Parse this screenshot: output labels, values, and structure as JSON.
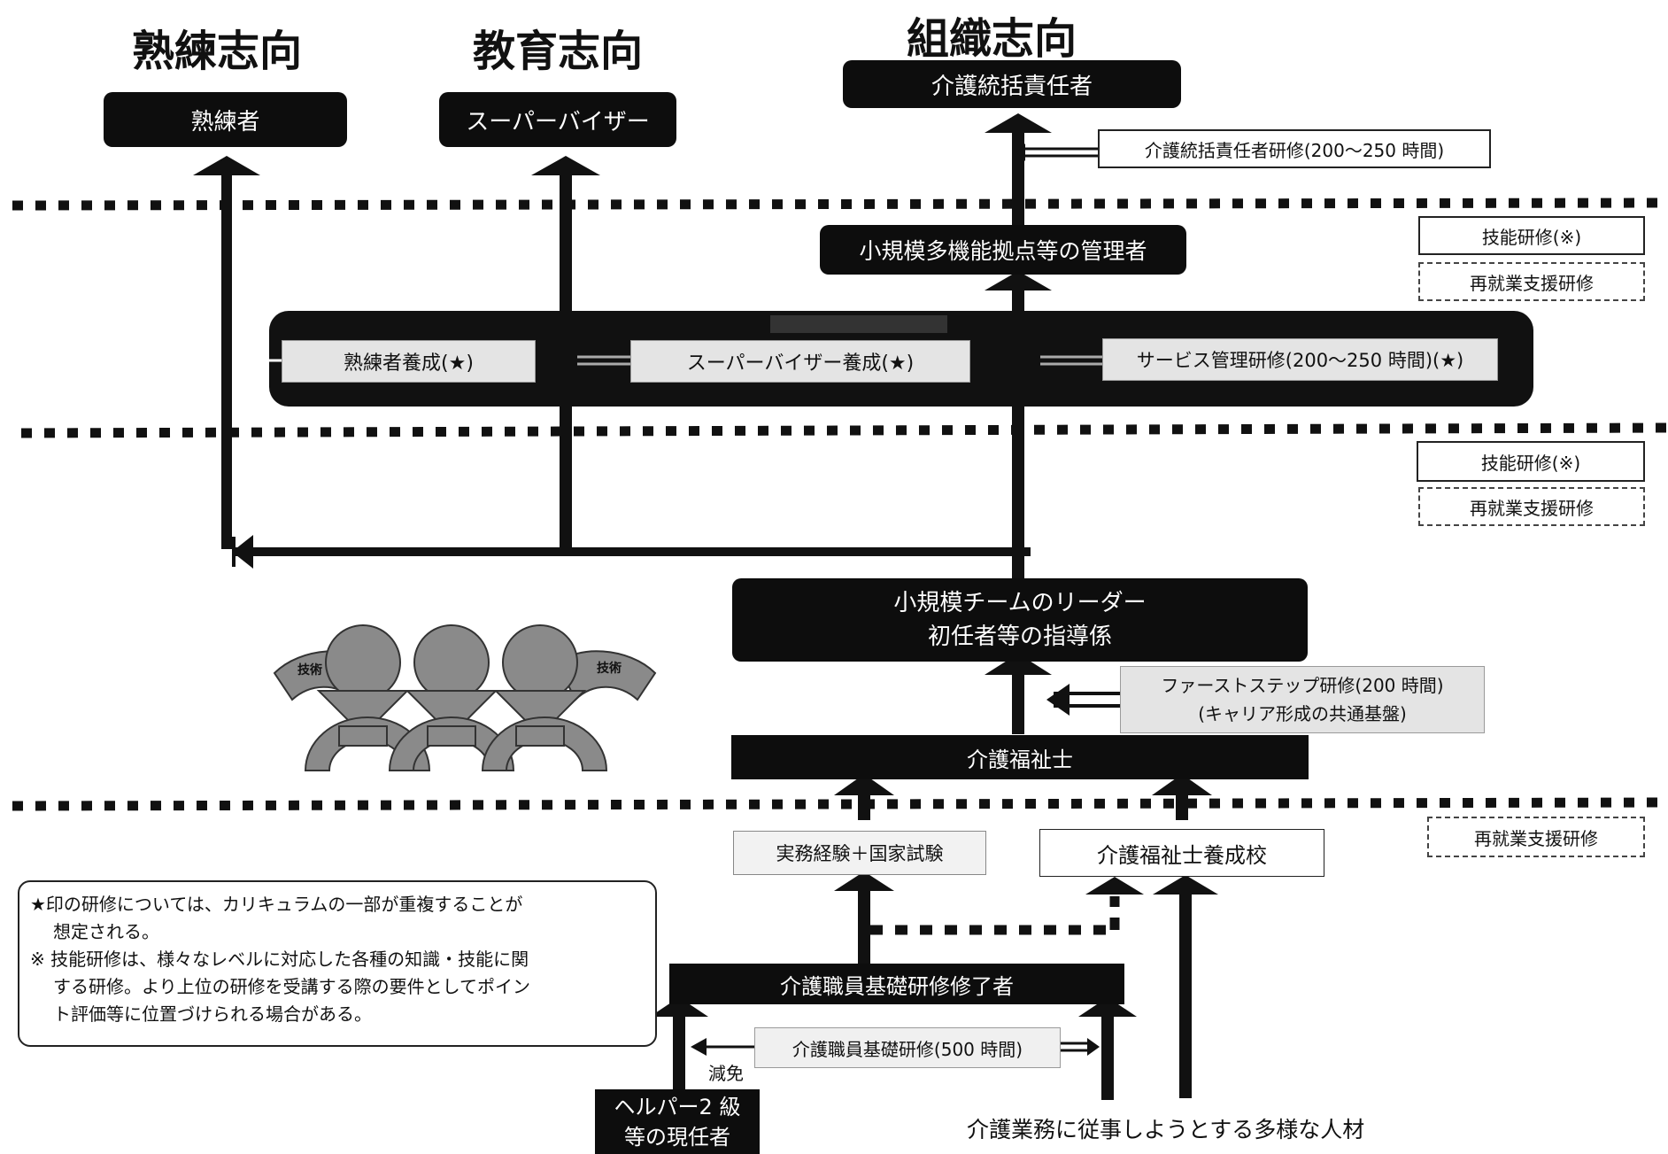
{
  "headers": {
    "skilled": "熟練志向",
    "education": "教育志向",
    "organization": "組織志向"
  },
  "roles": {
    "skilled": "熟練者",
    "supervisor": "スーパーバイザー",
    "general_manager": "介護統括責任者",
    "small_base_manager": "小規模多機能拠点等の管理者",
    "team_leader_line1": "小規模チームのリーダー",
    "team_leader_line2": "初任者等の指導係",
    "care_worker": "介護福祉士",
    "basic_completer": "介護職員基礎研修修了者",
    "helper_line1": "ヘルパー2 級",
    "helper_line2": "等の現任者"
  },
  "trainings": {
    "general_manager_training": "介護統括責任者研修(200～250 時間)",
    "skilled_training": "熟練者養成(★)",
    "supervisor_training": "スーパーバイザー養成(★)",
    "service_mgmt_training": "サービス管理研修(200～250 時間)(★)",
    "first_step_line1": "ファーストステップ研修(200 時間)",
    "first_step_line2": "(キャリア形成の共通基盤)",
    "practical_exam": "実務経験＋国家試験",
    "training_school": "介護福祉士養成校",
    "basic_training": "介護職員基礎研修(500 時間)",
    "exemption": "減免",
    "diverse_people": "介護業務に従事しようとする多様な人材"
  },
  "side": {
    "skill_training": "技能研修(※)",
    "reemployment": "再就業支援研修"
  },
  "notes": {
    "line1": "★印の研修については、カリキュラムの一部が重複することが",
    "line2": "想定される。",
    "line3": "※ 技能研修は、様々なレベルに対応した各種の知識・技能に関",
    "line4": "する研修。より上位の研修を受講する際の要件としてポイン",
    "line5": "ト評価等に位置づけられる場合がある。"
  },
  "illustration": {
    "left_label": "技術",
    "right_label": "技術"
  }
}
